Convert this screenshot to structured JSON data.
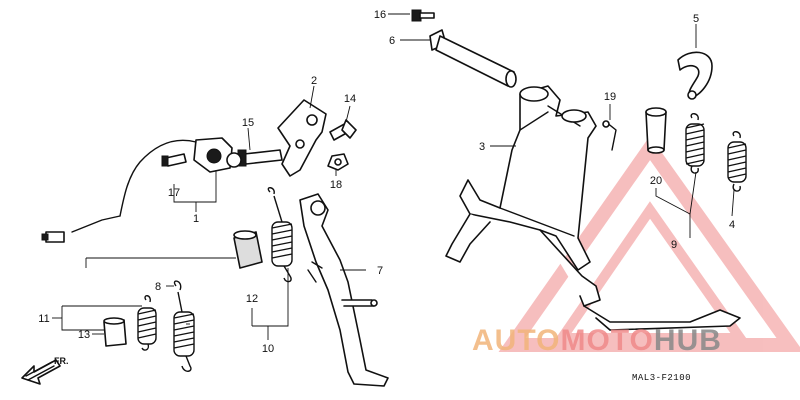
{
  "diagram": {
    "callouts": [
      "1",
      "2",
      "3",
      "4",
      "5",
      "6",
      "7",
      "8",
      "9",
      "10",
      "11",
      "12",
      "13",
      "14",
      "15",
      "16",
      "17",
      "18",
      "19",
      "20"
    ],
    "drawing_code": "MAL3-F2100",
    "direction_label": "FR.",
    "watermark": {
      "part1": "AUTO",
      "part2": "MOTO",
      "part3": "HUB",
      "color_primary": "#f2b47a",
      "color_secondary": "#f08a8a",
      "color_dark": "#888888"
    }
  }
}
